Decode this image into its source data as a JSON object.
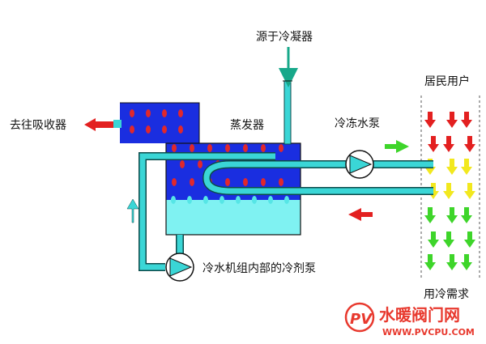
{
  "labels": {
    "from_condenser": "源于冷凝器",
    "to_absorber": "去往吸收器",
    "evaporator": "蒸发器",
    "chilled_water_pump": "冷冻水泵",
    "residential_users": "居民用户",
    "refrigerant_pump": "冷水机组内部的冷剂泵",
    "cooling_demand": "用冷需求"
  },
  "watermark": {
    "brand": "水暖阀门网",
    "url": "WWW.PVCPU.COM",
    "logo_letters": "PV"
  },
  "colors": {
    "vessel_blue": "#1a2ee0",
    "liquid_cyan": "#7ff2f2",
    "pipe_cyan": "#3ad6d6",
    "pipe_outline": "#0d4a4a",
    "droplet_red": "#e0282c",
    "bubble_cyan": "#56e6e6",
    "arrow_red": "#e32020",
    "arrow_yellow": "#f2e81e",
    "arrow_green": "#3ed52a",
    "line_teal": "#17a88a"
  }
}
